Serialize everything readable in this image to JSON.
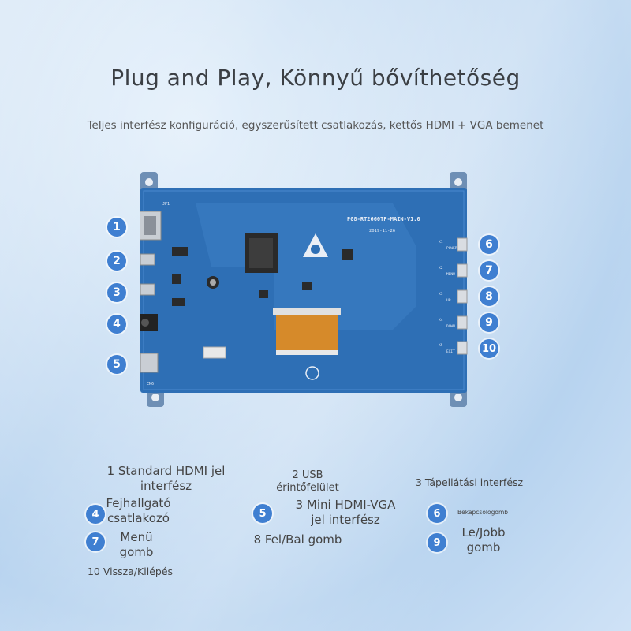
{
  "header": {
    "title": "Plug and Play, Könnyű bővíthetőség",
    "subtitle": "Teljes interfész konfiguráció, egyszerűsített csatlakozás, kettős HDMI + VGA bemenet"
  },
  "board": {
    "model": "P08-RT2660TP-MAIN-V1.0",
    "date": "2019-11-26",
    "labels": {
      "jp1": "JP1",
      "cn6": "CN6",
      "key1": "K1",
      "key2": "K2",
      "key3": "K3",
      "key4": "K4",
      "key5": "K5",
      "power": "POWER",
      "menu": "MENU",
      "up": "UP",
      "down": "DOWN",
      "exit": "EXIT"
    },
    "colors": {
      "pcb": "#2e6fb5",
      "fpc": "#d68a2a",
      "chip": "#2a2a2a"
    }
  },
  "badges": [
    "1",
    "2",
    "3",
    "4",
    "5",
    "6",
    "7",
    "8",
    "9",
    "10"
  ],
  "legend": {
    "l1": "1 Standard HDMI jel interfész",
    "l2": "2 USB érintőfelület",
    "l3": "3 Tápellátási interfész",
    "l4": "Fejhallgató csatlakozó",
    "l5": "3 Mini HDMI-VGA jel interfész",
    "l6": "Bekapcsologomb",
    "l7": "Menü gomb",
    "l8": "8 Fel/Bal gomb",
    "l9": "Le/Jobb gomb",
    "l10": "10 Vissza/Kilépés",
    "n4": "4",
    "n5": "5",
    "n6": "6",
    "n7": "7",
    "n9": "9"
  },
  "accent": "#3f7fd1"
}
